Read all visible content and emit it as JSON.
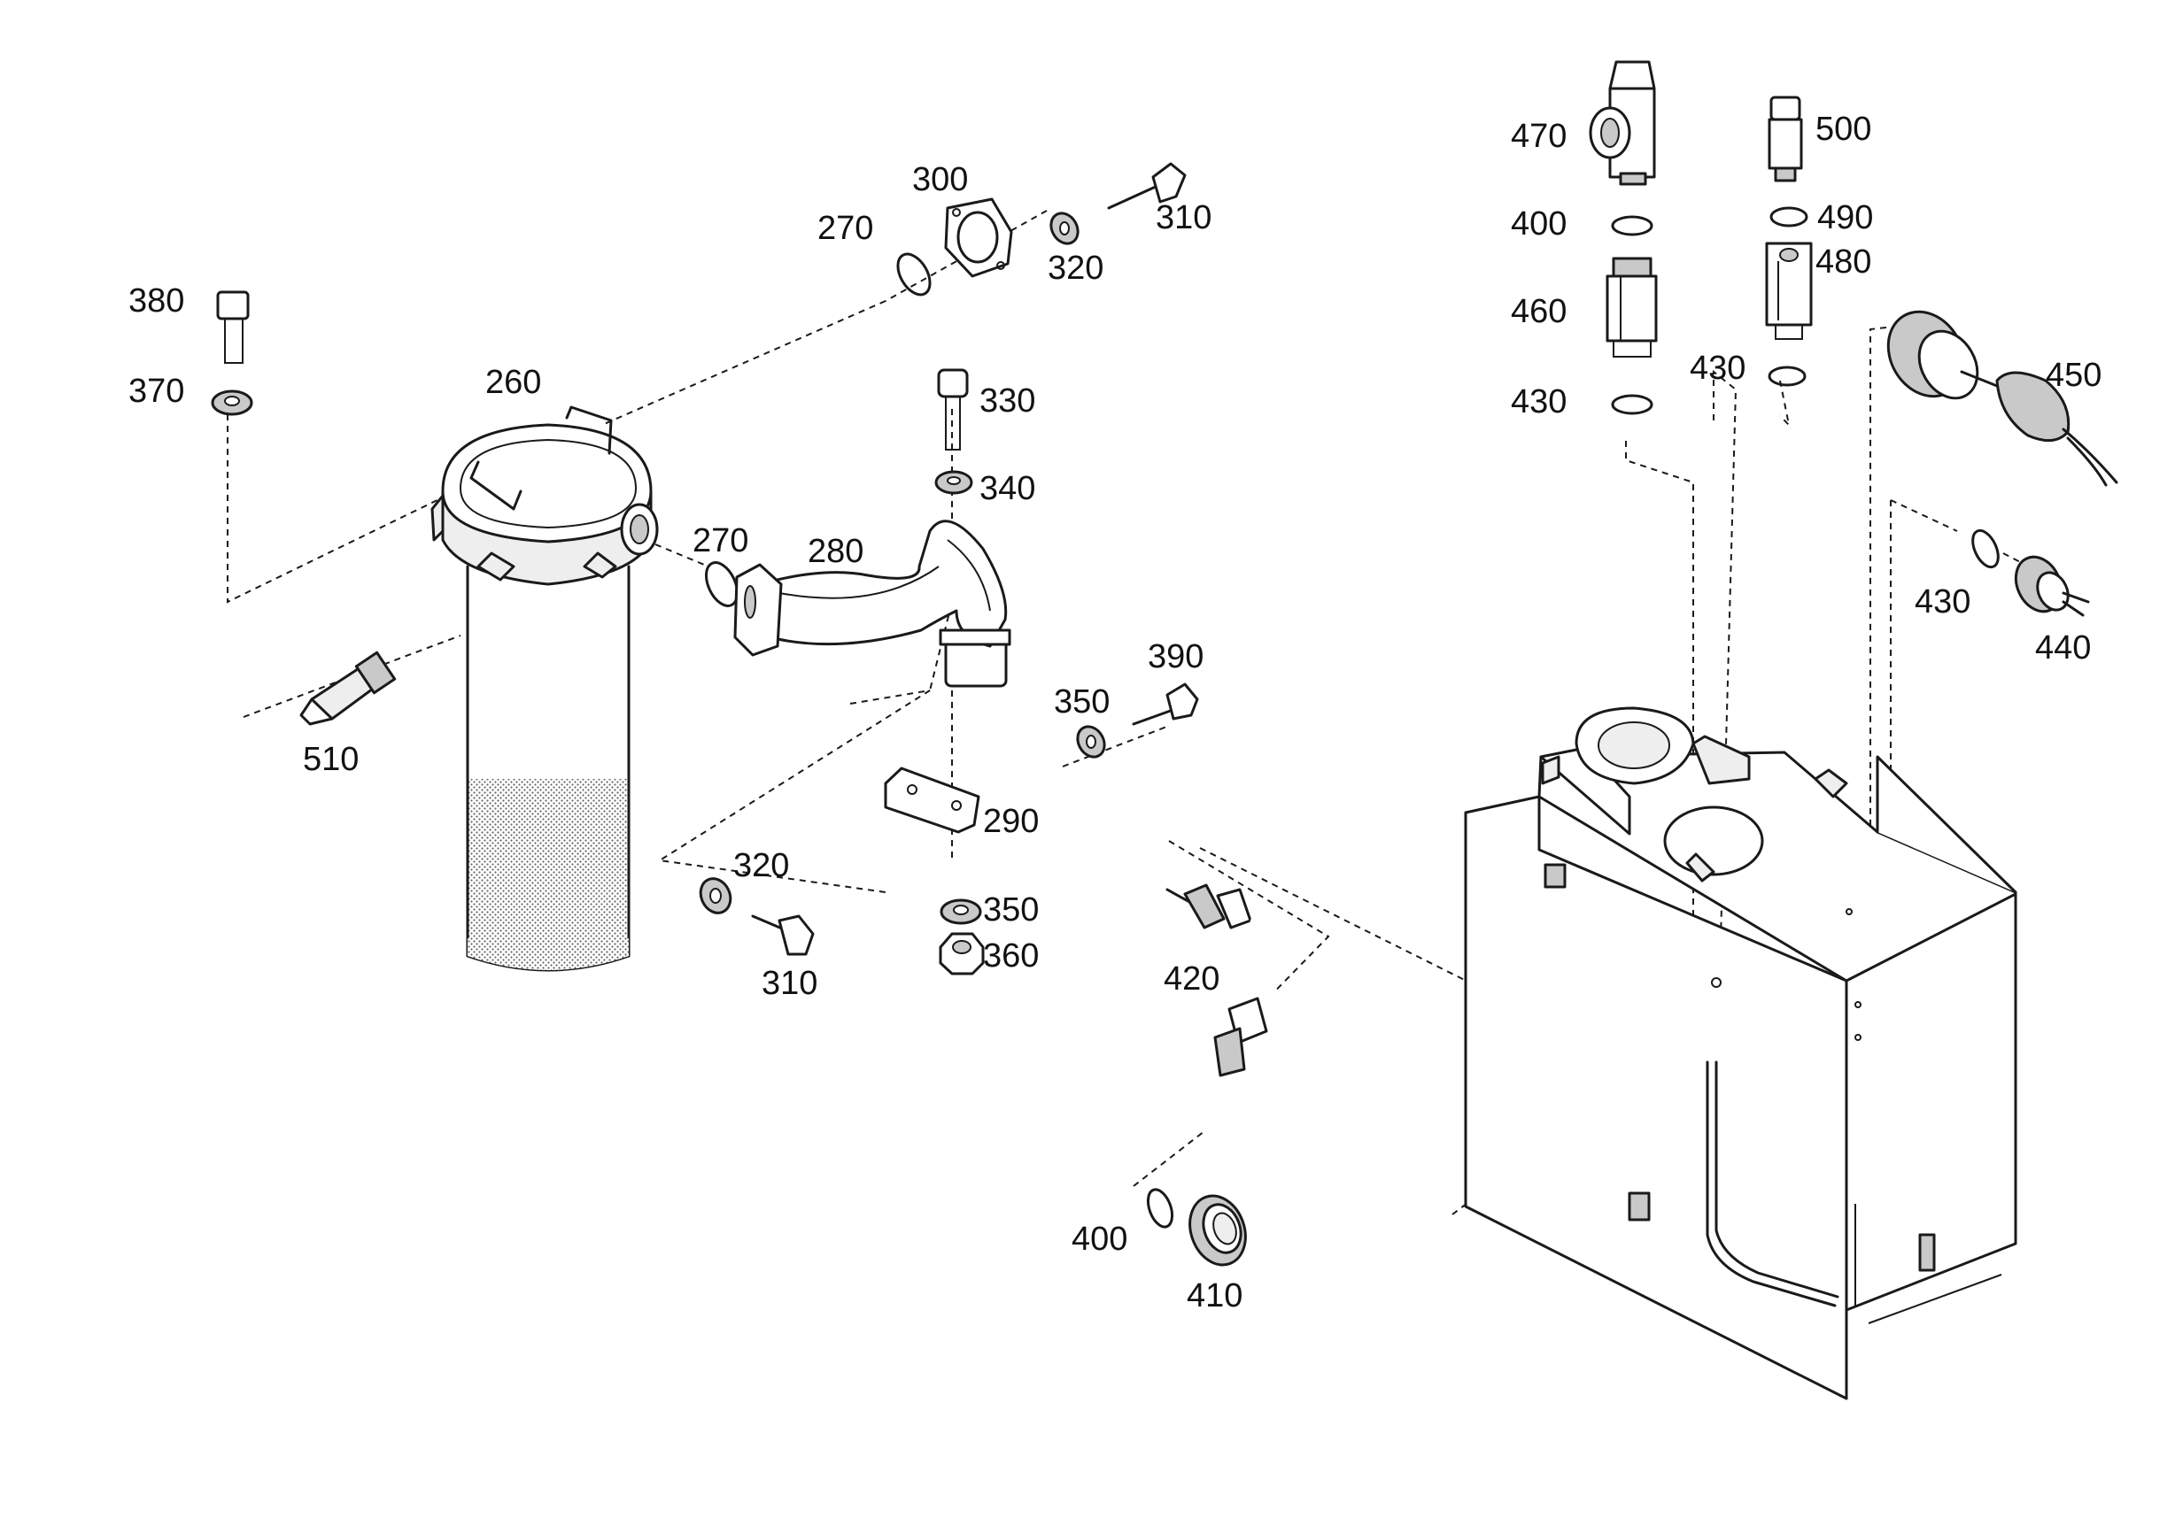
{
  "diagram": {
    "labels": {
      "p260": "260",
      "p270a": "270",
      "p270b": "270",
      "p280": "280",
      "p290": "290",
      "p300": "300",
      "p310a": "310",
      "p310b": "310",
      "p320a": "320",
      "p320b": "320",
      "p330": "330",
      "p340": "340",
      "p350a": "350",
      "p350b": "350",
      "p360": "360",
      "p370": "370",
      "p380": "380",
      "p390": "390",
      "p400a": "400",
      "p400b": "400",
      "p410": "410",
      "p420": "420",
      "p430a": "430",
      "p430b": "430",
      "p430c": "430",
      "p440": "440",
      "p450": "450",
      "p460": "460",
      "p470": "470",
      "p480": "480",
      "p490": "490",
      "p500": "500",
      "p510": "510"
    }
  }
}
